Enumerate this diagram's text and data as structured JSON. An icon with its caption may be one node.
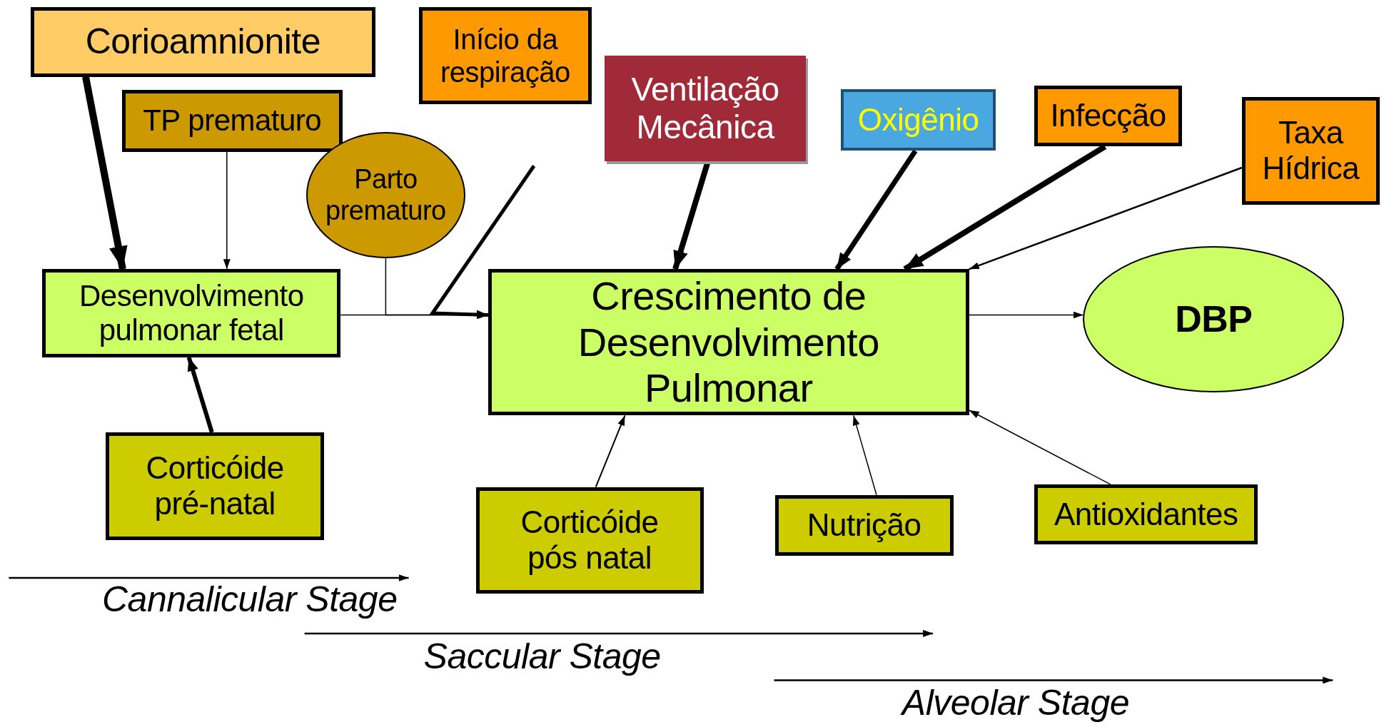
{
  "diagram": {
    "nodes": [
      {
        "text": [
          "Corioamnionite"
        ]
      },
      {
        "text": [
          "TP prematuro"
        ]
      },
      {
        "text": [
          "Início da respiração"
        ]
      },
      {
        "text": [
          "Parto prematuro"
        ]
      },
      {
        "text": [
          "Ventilação Mecânica"
        ]
      },
      {
        "text": [
          "Oxigênio"
        ]
      },
      {
        "text": [
          "Infecção"
        ]
      },
      {
        "text": [
          "Taxa Hídrica"
        ]
      },
      {
        "text": [
          "Desenvolvimento pulmonar fetal"
        ]
      },
      {
        "text": [
          "Crescimento de Desenvolvimento Pulmonar"
        ]
      },
      {
        "text": [
          "DBP"
        ]
      },
      {
        "text": [
          "Corticóide pré-natal"
        ]
      },
      {
        "text": [
          "Corticóide pós natal"
        ]
      },
      {
        "text": [
          "Nutrição"
        ]
      },
      {
        "text": [
          "Antioxidantes"
        ]
      }
    ],
    "edges": [
      {
        "from": 0,
        "to": 8,
        "arrow": "to",
        "style": "thick"
      },
      {
        "from": 1,
        "to": 8,
        "arrow": "to"
      },
      {
        "from": 3,
        "to": 9,
        "arrow": "to"
      },
      {
        "from": null,
        "to": 9,
        "arrow": "to",
        "style": "thick"
      },
      {
        "from": 8,
        "to": 9,
        "arrow": "to"
      },
      {
        "from": 4,
        "to": 9,
        "arrow": "to",
        "style": "thick"
      },
      {
        "from": 5,
        "to": 9,
        "arrow": "to",
        "style": "thick"
      },
      {
        "from": 6,
        "to": 9,
        "arrow": "to",
        "style": "thick"
      },
      {
        "from": 7,
        "to": 9,
        "arrow": "to"
      },
      {
        "from": 9,
        "to": 10,
        "arrow": "to"
      },
      {
        "from": 11,
        "to": 8,
        "arrow": "to",
        "style": "thick"
      },
      {
        "from": 12,
        "to": 9,
        "arrow": "to"
      },
      {
        "from": 13,
        "to": 9,
        "arrow": "to"
      },
      {
        "from": 14,
        "to": 9,
        "arrow": "to"
      }
    ],
    "labels": [
      "Cannalicular Stage",
      "Saccular Stage",
      "Alveolar Stage"
    ]
  }
}
